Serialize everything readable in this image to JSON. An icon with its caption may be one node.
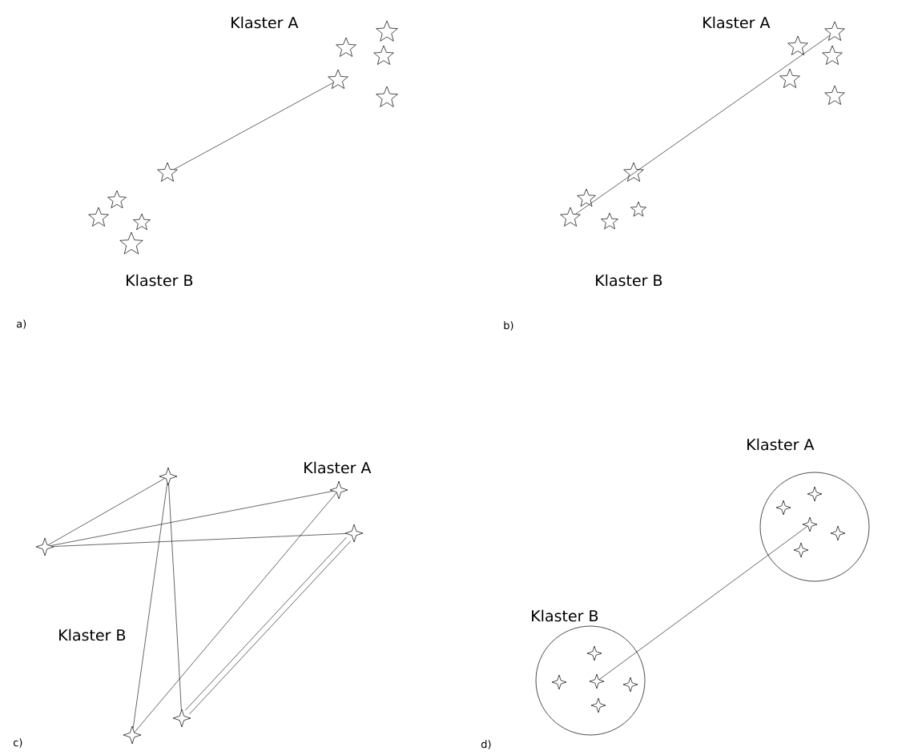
{
  "diagram": {
    "nodes": [
      {
        "text": [],
        "shape": "star"
      },
      {
        "text": [],
        "shape": "star"
      },
      {
        "text": [],
        "shape": "star"
      },
      {
        "text": [],
        "shape": "star"
      },
      {
        "text": [],
        "shape": "star"
      },
      {
        "text": [],
        "shape": "star"
      },
      {
        "text": [],
        "shape": "star"
      },
      {
        "text": [],
        "shape": "star"
      },
      {
        "text": [],
        "shape": "star"
      },
      {
        "text": [],
        "shape": "star"
      },
      {
        "text": [],
        "shape": "star"
      },
      {
        "text": [],
        "shape": "star"
      },
      {
        "text": [],
        "shape": "star"
      },
      {
        "text": [],
        "shape": "star"
      },
      {
        "text": [],
        "shape": "star"
      },
      {
        "text": [],
        "shape": "star"
      },
      {
        "text": [],
        "shape": "star"
      },
      {
        "text": [],
        "shape": "star"
      },
      {
        "text": [],
        "shape": "star"
      },
      {
        "text": [],
        "shape": "star"
      },
      {
        "text": [],
        "shape": "sparkle"
      },
      {
        "text": [],
        "shape": "sparkle"
      },
      {
        "text": [],
        "shape": "sparkle"
      },
      {
        "text": [],
        "shape": "sparkle"
      },
      {
        "text": [],
        "shape": "sparkle"
      },
      {
        "text": [],
        "shape": "sparkle"
      },
      {
        "text": [],
        "shape": "circle"
      },
      {
        "text": [],
        "shape": "sparkle",
        "in": 26
      },
      {
        "text": [],
        "shape": "sparkle",
        "in": 26
      },
      {
        "text": [],
        "shape": "sparkle",
        "in": 26
      },
      {
        "text": [],
        "shape": "sparkle",
        "in": 26
      },
      {
        "text": [],
        "shape": "sparkle",
        "in": 26
      },
      {
        "text": [],
        "shape": "circle"
      },
      {
        "text": [],
        "shape": "sparkle",
        "in": 32
      },
      {
        "text": [],
        "shape": "sparkle",
        "in": 32
      },
      {
        "text": [],
        "shape": "sparkle",
        "in": 32
      },
      {
        "text": [],
        "shape": "sparkle",
        "in": 32
      },
      {
        "text": [],
        "shape": "sparkle",
        "in": 32
      }
    ],
    "edges": [
      {
        "from": 5,
        "to": 3,
        "arrow": "none"
      },
      {
        "from": 18,
        "to": 10,
        "arrow": "none"
      },
      {
        "from": 23,
        "to": 20,
        "arrow": "none"
      },
      {
        "from": 23,
        "to": 21,
        "arrow": "none"
      },
      {
        "from": 23,
        "to": 22,
        "arrow": "none"
      },
      {
        "from": 20,
        "to": 24,
        "arrow": "none"
      },
      {
        "from": 20,
        "to": 25,
        "arrow": "none"
      },
      {
        "from": 21,
        "to": 25,
        "arrow": "none"
      },
      {
        "from": 22,
        "to": 24,
        "arrow": "none"
      },
      {
        "from": 22,
        "to": 24,
        "arrow": "none"
      },
      {
        "from": 35,
        "to": 29,
        "arrow": "none"
      }
    ],
    "labels": [
      "Klaster A",
      "Klaster B",
      "a)",
      "Klaster A",
      "Klaster B",
      "b)",
      "Klaster A",
      "Klaster B",
      "c)",
      "Klaster A",
      "Klaster B",
      "d)"
    ]
  }
}
